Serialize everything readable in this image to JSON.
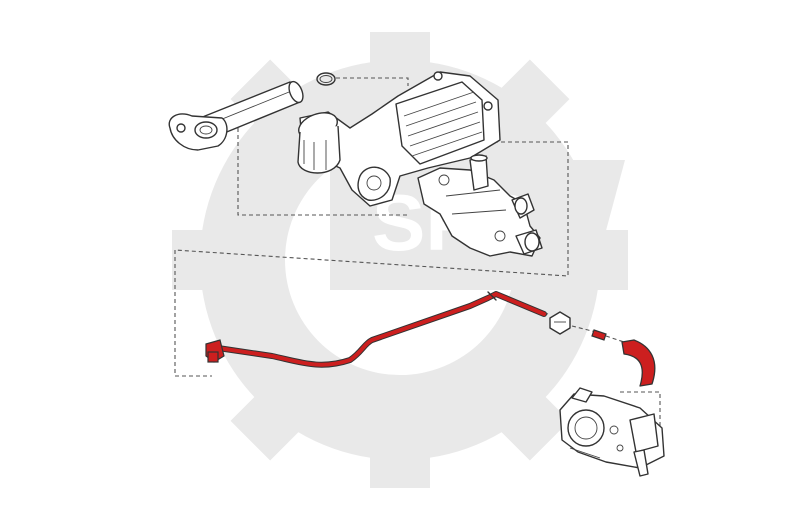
{
  "watermark": {
    "text": "SPS",
    "color": "#e9e9e9"
  },
  "colors": {
    "highlight": "#cc1f1f",
    "outline": "#333333",
    "leader": "#555555",
    "background": "#ffffff"
  },
  "parts": [
    {
      "id": "oil-pipe",
      "highlighted": false
    },
    {
      "id": "o-ring",
      "highlighted": false
    },
    {
      "id": "oil-filter-housing-cooler",
      "highlighted": false
    },
    {
      "id": "thermostat-housing",
      "highlighted": false
    },
    {
      "id": "breather-pipe",
      "highlighted": true
    },
    {
      "id": "hose-clip",
      "highlighted": false
    },
    {
      "id": "hose-connector",
      "highlighted": false
    },
    {
      "id": "rubber-elbow-hose",
      "highlighted": true
    },
    {
      "id": "throttle-body",
      "highlighted": false
    }
  ]
}
